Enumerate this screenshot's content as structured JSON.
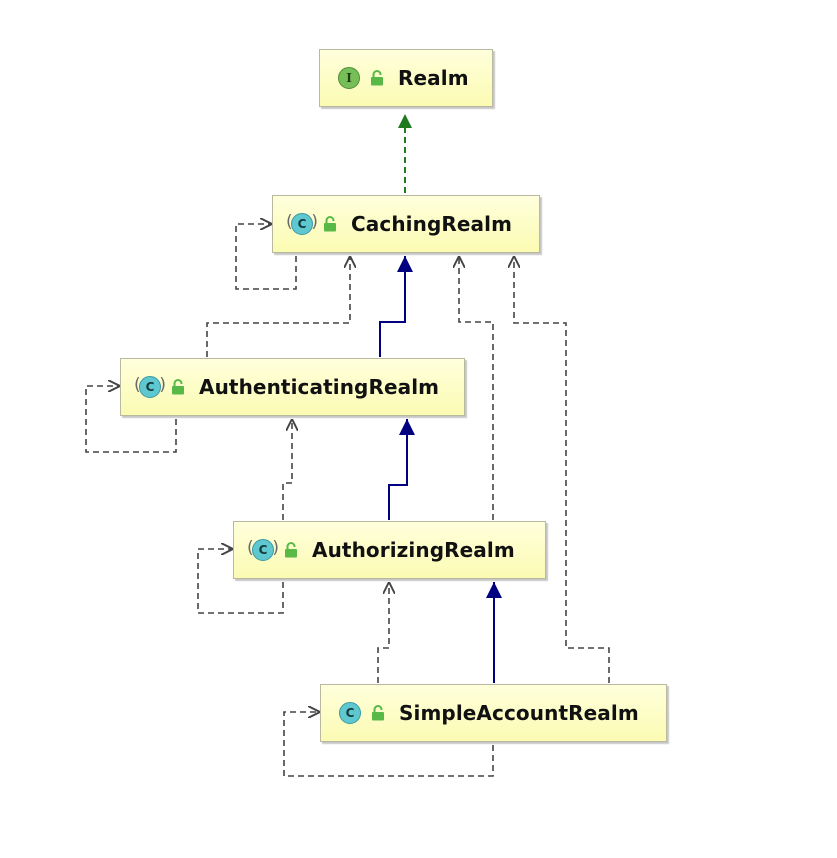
{
  "diagram": {
    "nodes": [
      {
        "id": "realm",
        "label": "Realm",
        "kind": "interface",
        "icon": "interface-icon",
        "glyph": "I"
      },
      {
        "id": "caching",
        "label": "CachingRealm",
        "kind": "abstract-class",
        "icon": "abstract-class-icon",
        "glyph": "C"
      },
      {
        "id": "authenticating",
        "label": "AuthenticatingRealm",
        "kind": "abstract-class",
        "icon": "abstract-class-icon",
        "glyph": "C"
      },
      {
        "id": "authorizing",
        "label": "AuthorizingRealm",
        "kind": "abstract-class",
        "icon": "abstract-class-icon",
        "glyph": "C"
      },
      {
        "id": "simple",
        "label": "SimpleAccountRealm",
        "kind": "class",
        "icon": "class-icon",
        "glyph": "C"
      }
    ],
    "relations": [
      {
        "from": "caching",
        "to": "realm",
        "type": "implements"
      },
      {
        "from": "authenticating",
        "to": "caching",
        "type": "extends"
      },
      {
        "from": "authorizing",
        "to": "authenticating",
        "type": "extends"
      },
      {
        "from": "simple",
        "to": "authorizing",
        "type": "extends"
      },
      {
        "from": "caching",
        "to": "caching",
        "type": "uses"
      },
      {
        "from": "authenticating",
        "to": "authenticating",
        "type": "uses"
      },
      {
        "from": "authorizing",
        "to": "authorizing",
        "type": "uses"
      },
      {
        "from": "simple",
        "to": "simple",
        "type": "uses"
      },
      {
        "from": "authenticating",
        "to": "caching",
        "type": "uses"
      },
      {
        "from": "authorizing",
        "to": "authenticating",
        "type": "uses"
      },
      {
        "from": "authorizing",
        "to": "caching",
        "type": "uses"
      },
      {
        "from": "simple",
        "to": "authorizing",
        "type": "uses"
      },
      {
        "from": "simple",
        "to": "caching",
        "type": "uses"
      }
    ],
    "colors": {
      "implements": "#1f7a1f",
      "extends": "#000080",
      "uses": "#444444",
      "node_fill": "#fbfbb3",
      "lock": "#58b947"
    }
  }
}
